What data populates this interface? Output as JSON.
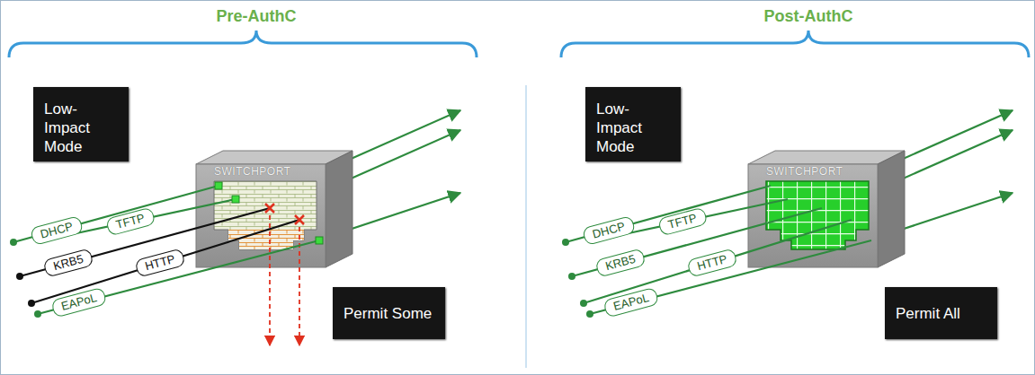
{
  "diagram": {
    "nodes": [
      {
        "text": [
          "Low-Impact Mode"
        ]
      },
      {
        "text": [
          "SWITCHPORT"
        ]
      },
      {
        "text": [
          "DHCP"
        ]
      },
      {
        "text": [
          "TFTP"
        ]
      },
      {
        "text": [
          "KRB5"
        ]
      },
      {
        "text": [
          "HTTP"
        ]
      },
      {
        "text": [
          "EAPoL"
        ]
      },
      {
        "text": [
          "Permit Some"
        ]
      },
      {
        "text": [
          "Low-Impact Mode"
        ]
      },
      {
        "text": [
          "SWITCHPORT"
        ]
      },
      {
        "text": [
          "DHCP"
        ]
      },
      {
        "text": [
          "TFTP"
        ]
      },
      {
        "text": [
          "KRB5"
        ]
      },
      {
        "text": [
          "HTTP"
        ]
      },
      {
        "text": [
          "EAPoL"
        ]
      },
      {
        "text": [
          "Permit All"
        ]
      }
    ],
    "labels": [
      "Pre-AuthC",
      "Post-AuthC"
    ]
  }
}
